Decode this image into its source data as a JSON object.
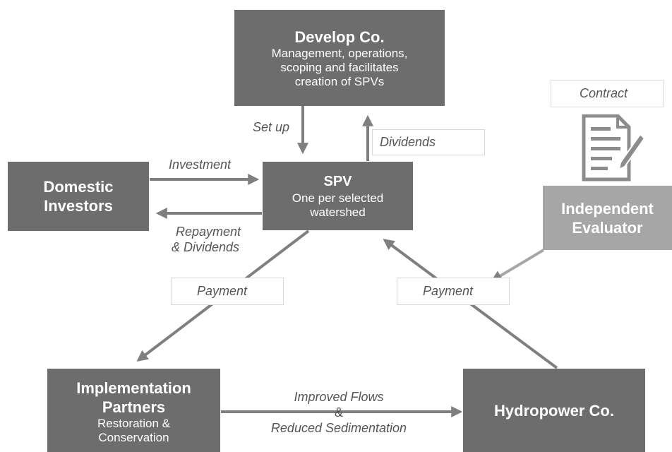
{
  "develop": {
    "title": "Develop Co.",
    "lines": [
      "Management, operations,",
      "scoping and facilitates",
      "creation of SPVs"
    ]
  },
  "spv": {
    "title": "SPV",
    "lines": [
      "One per selected",
      "watershed"
    ]
  },
  "domestic": {
    "lines": [
      "Domestic",
      "Investors"
    ]
  },
  "evaluator": {
    "lines": [
      "Independent",
      "Evaluator"
    ]
  },
  "implementation": {
    "title_lines": [
      "Implementation",
      "Partners"
    ],
    "sub_lines": [
      "Restoration &",
      "Conservation"
    ]
  },
  "hydropower": {
    "title": "Hydropower Co."
  },
  "labels": {
    "set_up": "Set up",
    "dividends": "Dividends",
    "investment": "Investment",
    "repayment": [
      "Repayment",
      "& Dividends"
    ],
    "payment_left": "Payment",
    "payment_right": "Payment",
    "contract": "Contract",
    "flows": [
      "Improved Flows",
      "&",
      "Reduced Sedimentation"
    ]
  },
  "icons": {
    "contract": "document-pen-icon"
  },
  "colors": {
    "dark_box": "#6d6d6d",
    "light_box": "#a6a6a6",
    "arrow": "#7f7f7f"
  }
}
